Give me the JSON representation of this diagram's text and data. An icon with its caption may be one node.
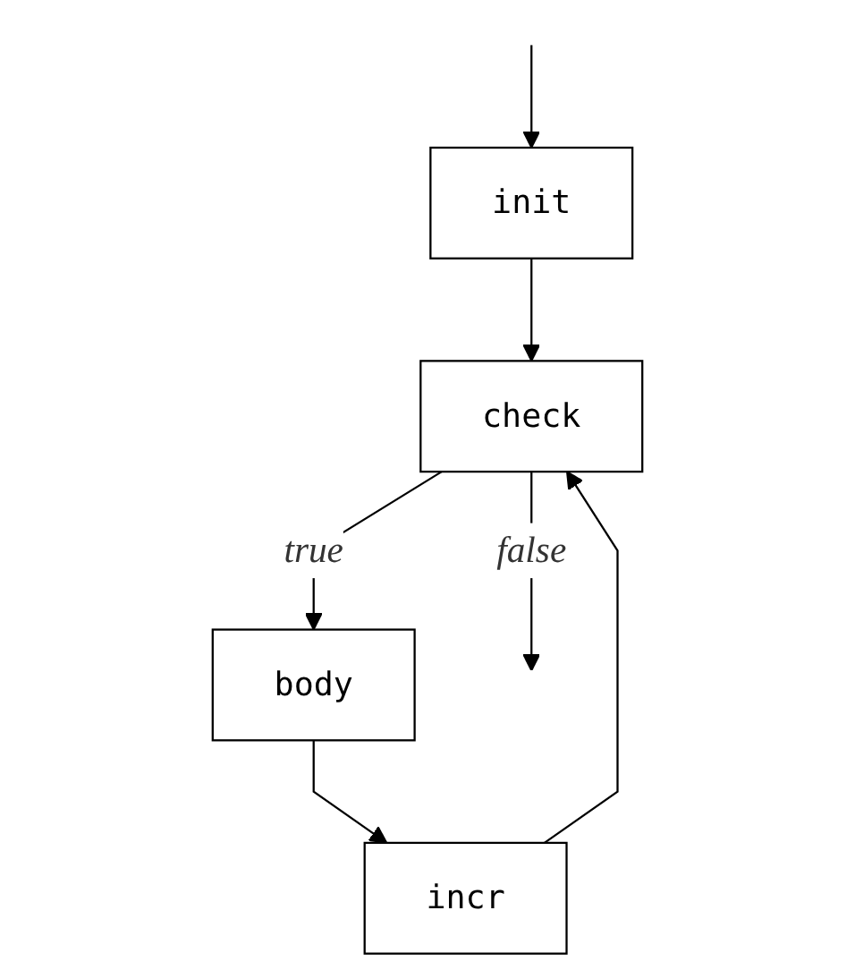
{
  "diagram": {
    "nodes": [
      {
        "text": [
          "init"
        ]
      },
      {
        "text": [
          "check"
        ]
      },
      {
        "text": [
          "body"
        ]
      },
      {
        "text": [
          "incr"
        ]
      }
    ],
    "edges": [
      {
        "from": null,
        "to": 0,
        "arrow": "to"
      },
      {
        "from": 0,
        "to": 1,
        "arrow": "to"
      },
      {
        "from": 1,
        "to": 2,
        "arrow": "to",
        "label": "true"
      },
      {
        "from": 2,
        "to": 3,
        "arrow": "to"
      },
      {
        "from": 3,
        "to": 1,
        "arrow": "to"
      },
      {
        "from": 1,
        "to": null,
        "arrow": "to",
        "label": "false"
      }
    ]
  }
}
